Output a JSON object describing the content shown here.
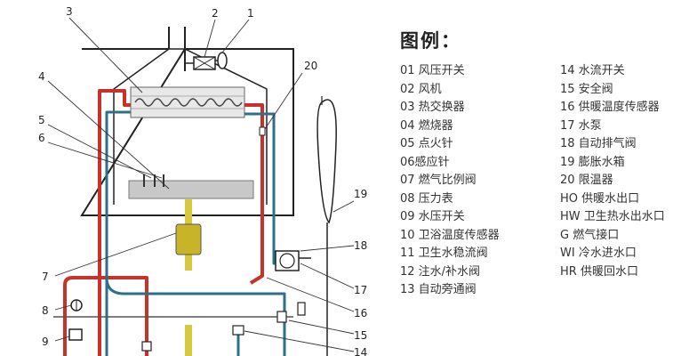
{
  "legend": {
    "title": "图例：",
    "left": [
      "01 风压开关",
      "02 风机",
      "03 热交换器",
      "04 燃烧器",
      "05 点火针",
      "06感应针",
      "07 燃气比例阀",
      "08 压力表",
      "09 水压开关",
      "10 卫浴温度传感器",
      "11 卫生水稳流阀",
      "12 注水/补水阀",
      "13 自动旁通阀"
    ],
    "right": [
      "14 水流开关",
      "15 安全阀",
      "16 供暖温度传感器",
      "17 水泵",
      "18 自动排气阀",
      "19 膨胀水箱",
      "20 限温器",
      "HO 供暖水出口",
      "HW 卫生热水出水口",
      "G 燃气接口",
      "WI 冷水进水口",
      "HR 供暖回水口"
    ]
  },
  "callouts": [
    "1",
    "2",
    "3",
    "4",
    "5",
    "6",
    "7",
    "8",
    "9",
    "14",
    "15",
    "16",
    "17",
    "18",
    "19",
    "20"
  ],
  "colors": {
    "hot_pipe": "#c8322b",
    "cold_pipe": "#2d7088",
    "gas": "#d8c840",
    "valve_body": "#c8b428",
    "burner": "#c8c8c8",
    "outline": "#222222"
  }
}
